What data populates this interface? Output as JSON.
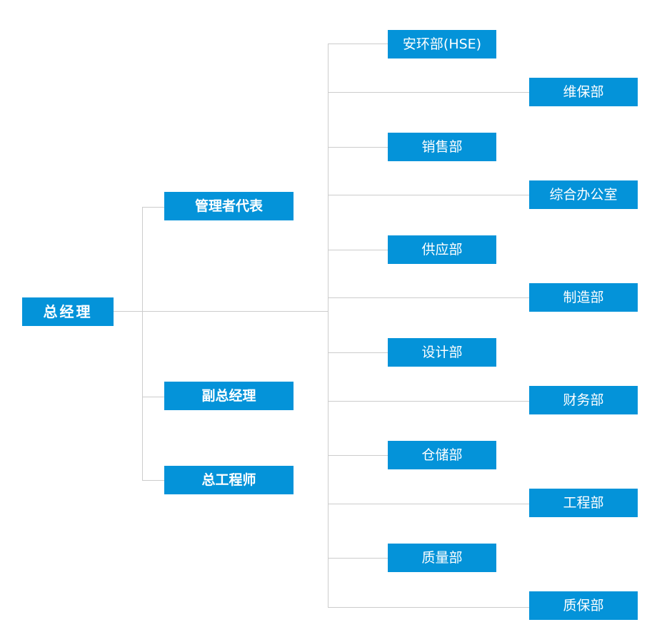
{
  "chart": {
    "root": "总经理",
    "management_rep": "管理者代表",
    "deputy_gm": "副总经理",
    "chief_engineer": "总工程师",
    "departments": [
      "安环部(HSE)",
      "维保部",
      "销售部",
      "综合办公室",
      "供应部",
      "制造部",
      "设计部",
      "财务部",
      "仓储部",
      "工程部",
      "质量部",
      "质保部"
    ]
  },
  "colors": {
    "box": "#0493d9",
    "line": "#cccccc",
    "text": "#ffffff"
  }
}
